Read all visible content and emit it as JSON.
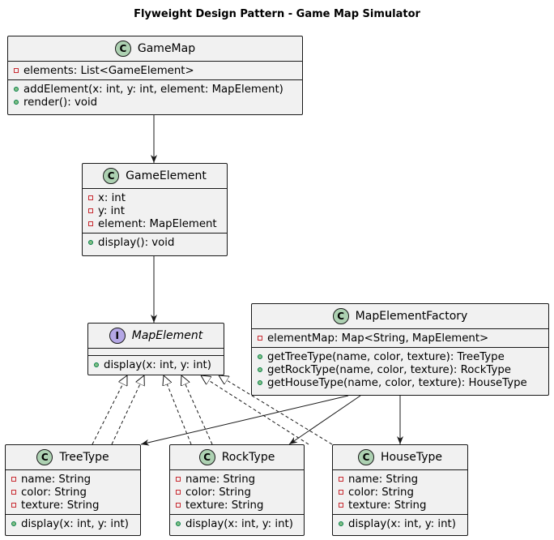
{
  "diagram": {
    "title": "Flyweight Design Pattern - Game Map Simulator",
    "classes": {
      "gamemap": {
        "stereotype_icon": "C",
        "name": "GameMap",
        "attributes": [
          "elements: List<GameElement>"
        ],
        "methods": [
          "addElement(x: int, y: int, element: MapElement)",
          "render(): void"
        ]
      },
      "gameelement": {
        "stereotype_icon": "C",
        "name": "GameElement",
        "attributes": [
          "x: int",
          "y: int",
          "element: MapElement"
        ],
        "methods": [
          "display(): void"
        ]
      },
      "mapelement": {
        "stereotype_icon": "I",
        "name": "MapElement",
        "methods": [
          "display(x: int, y: int)"
        ]
      },
      "factory": {
        "stereotype_icon": "C",
        "name": "MapElementFactory",
        "attributes": [
          "elementMap: Map<String, MapElement>"
        ],
        "methods": [
          "getTreeType(name, color, texture): TreeType",
          "getRockType(name, color, texture): RockType",
          "getHouseType(name, color, texture): HouseType"
        ]
      },
      "treetype": {
        "stereotype_icon": "C",
        "name": "TreeType",
        "attributes": [
          "name: String",
          "color: String",
          "texture: String"
        ],
        "methods": [
          "display(x: int, y: int)"
        ]
      },
      "rocktype": {
        "stereotype_icon": "C",
        "name": "RockType",
        "attributes": [
          "name: String",
          "color: String",
          "texture: String"
        ],
        "methods": [
          "display(x: int, y: int)"
        ]
      },
      "housetype": {
        "stereotype_icon": "C",
        "name": "HouseType",
        "attributes": [
          "name: String",
          "color: String",
          "texture: String"
        ],
        "methods": [
          "display(x: int, y: int)"
        ]
      }
    }
  }
}
